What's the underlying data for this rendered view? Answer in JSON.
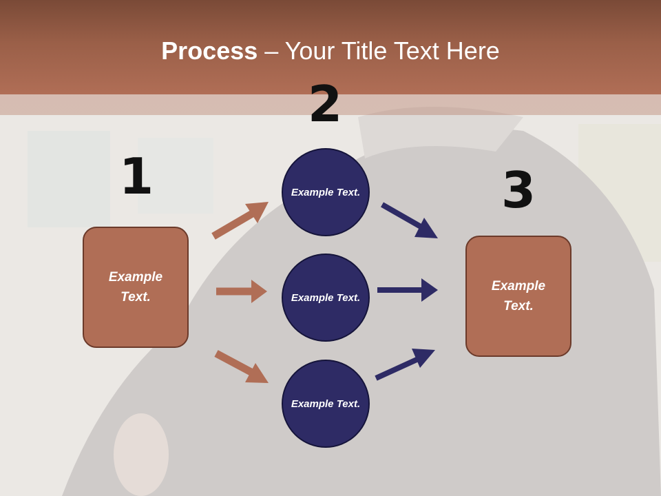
{
  "title": {
    "bold": "Process",
    "rest": " – Your Title Text Here"
  },
  "steps": [
    {
      "number": "1"
    },
    {
      "number": "2"
    },
    {
      "number": "3"
    }
  ],
  "boxes": {
    "left": "Example Text.",
    "right": "Example Text."
  },
  "circles": [
    "Example Text.",
    "Example Text.",
    "Example Text."
  ],
  "colors": {
    "title_band": "#9a5f48",
    "box_fill": "#b06e56",
    "box_border": "#6b3a2a",
    "circle_fill": "#2e2b65",
    "arrow_brown": "#b06e56",
    "arrow_navy": "#2e2b65"
  }
}
